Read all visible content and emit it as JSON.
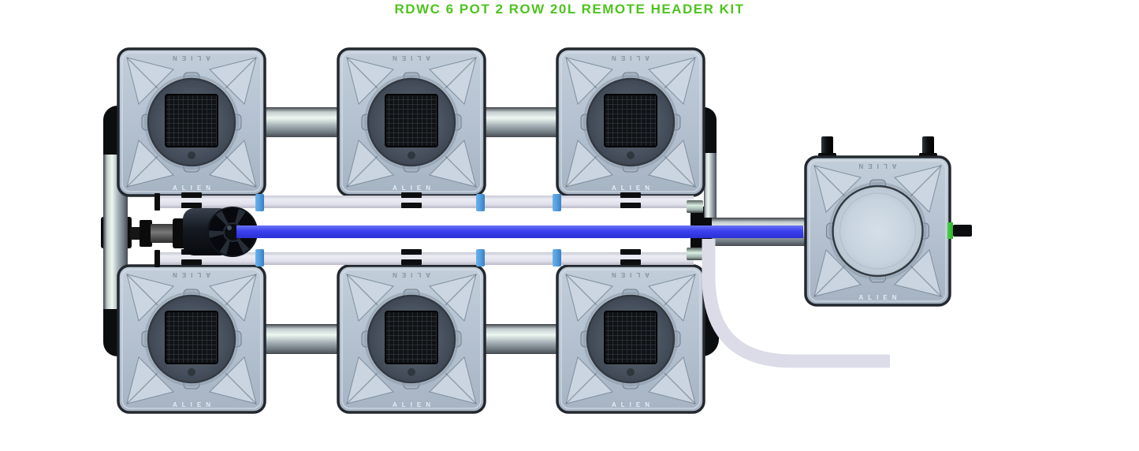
{
  "title": {
    "text": "RDWC 6 POT 2 ROW 20L REMOTE HEADER KIT"
  },
  "theme": {
    "title_green": "#4dc41e",
    "pipe_blue": "#3a40ee",
    "clip_blue": "#4f9bdc",
    "fitting_green": "#2fae2e",
    "hose_white": "#dcdce8",
    "pot_body_gray": "#b3c0d0"
  },
  "diagram": {
    "brand_label": "ALIEN",
    "grow_pots": [
      "pot-1",
      "pot-2",
      "pot-3",
      "pot-4",
      "pot-5",
      "pot-6"
    ],
    "header_tank": "remote-header-tank",
    "components": [
      "water-pump",
      "inline-valve",
      "blue-delivery-pipe",
      "return-pipe-top",
      "return-pipe-bottom",
      "left-link-pipe",
      "right-link-pipe",
      "silver-link-pipes",
      "drain-hose",
      "float-valve-fitting",
      "tank-top-ports"
    ]
  }
}
